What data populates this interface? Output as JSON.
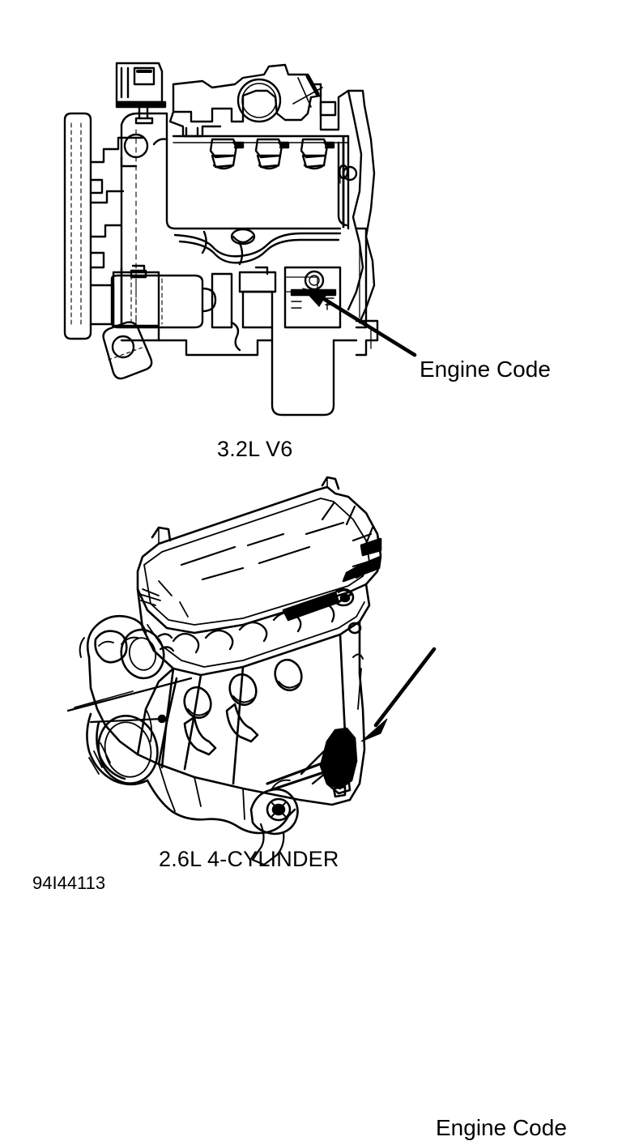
{
  "document": {
    "type": "automotive-service-illustration",
    "figure_id": "94I44113",
    "background_color": "#ffffff",
    "line_color": "#000000"
  },
  "figures": [
    {
      "id": "v6",
      "caption": "3.2L V6",
      "callout": {
        "label": "Engine Code",
        "leader": "arrow pointing up-left to engine block stamping pad"
      }
    },
    {
      "id": "l4",
      "caption": "2.6L 4-CYLINDER",
      "callout": {
        "label": "Engine Code",
        "leader": "arrow pointing down-left to engine block stamping pad"
      }
    }
  ],
  "labels": {
    "engine_code": "Engine Code",
    "caption_v6": "3.2L V6",
    "caption_l4": "2.6L 4-CYLINDER",
    "figure_id": "94I44113"
  }
}
